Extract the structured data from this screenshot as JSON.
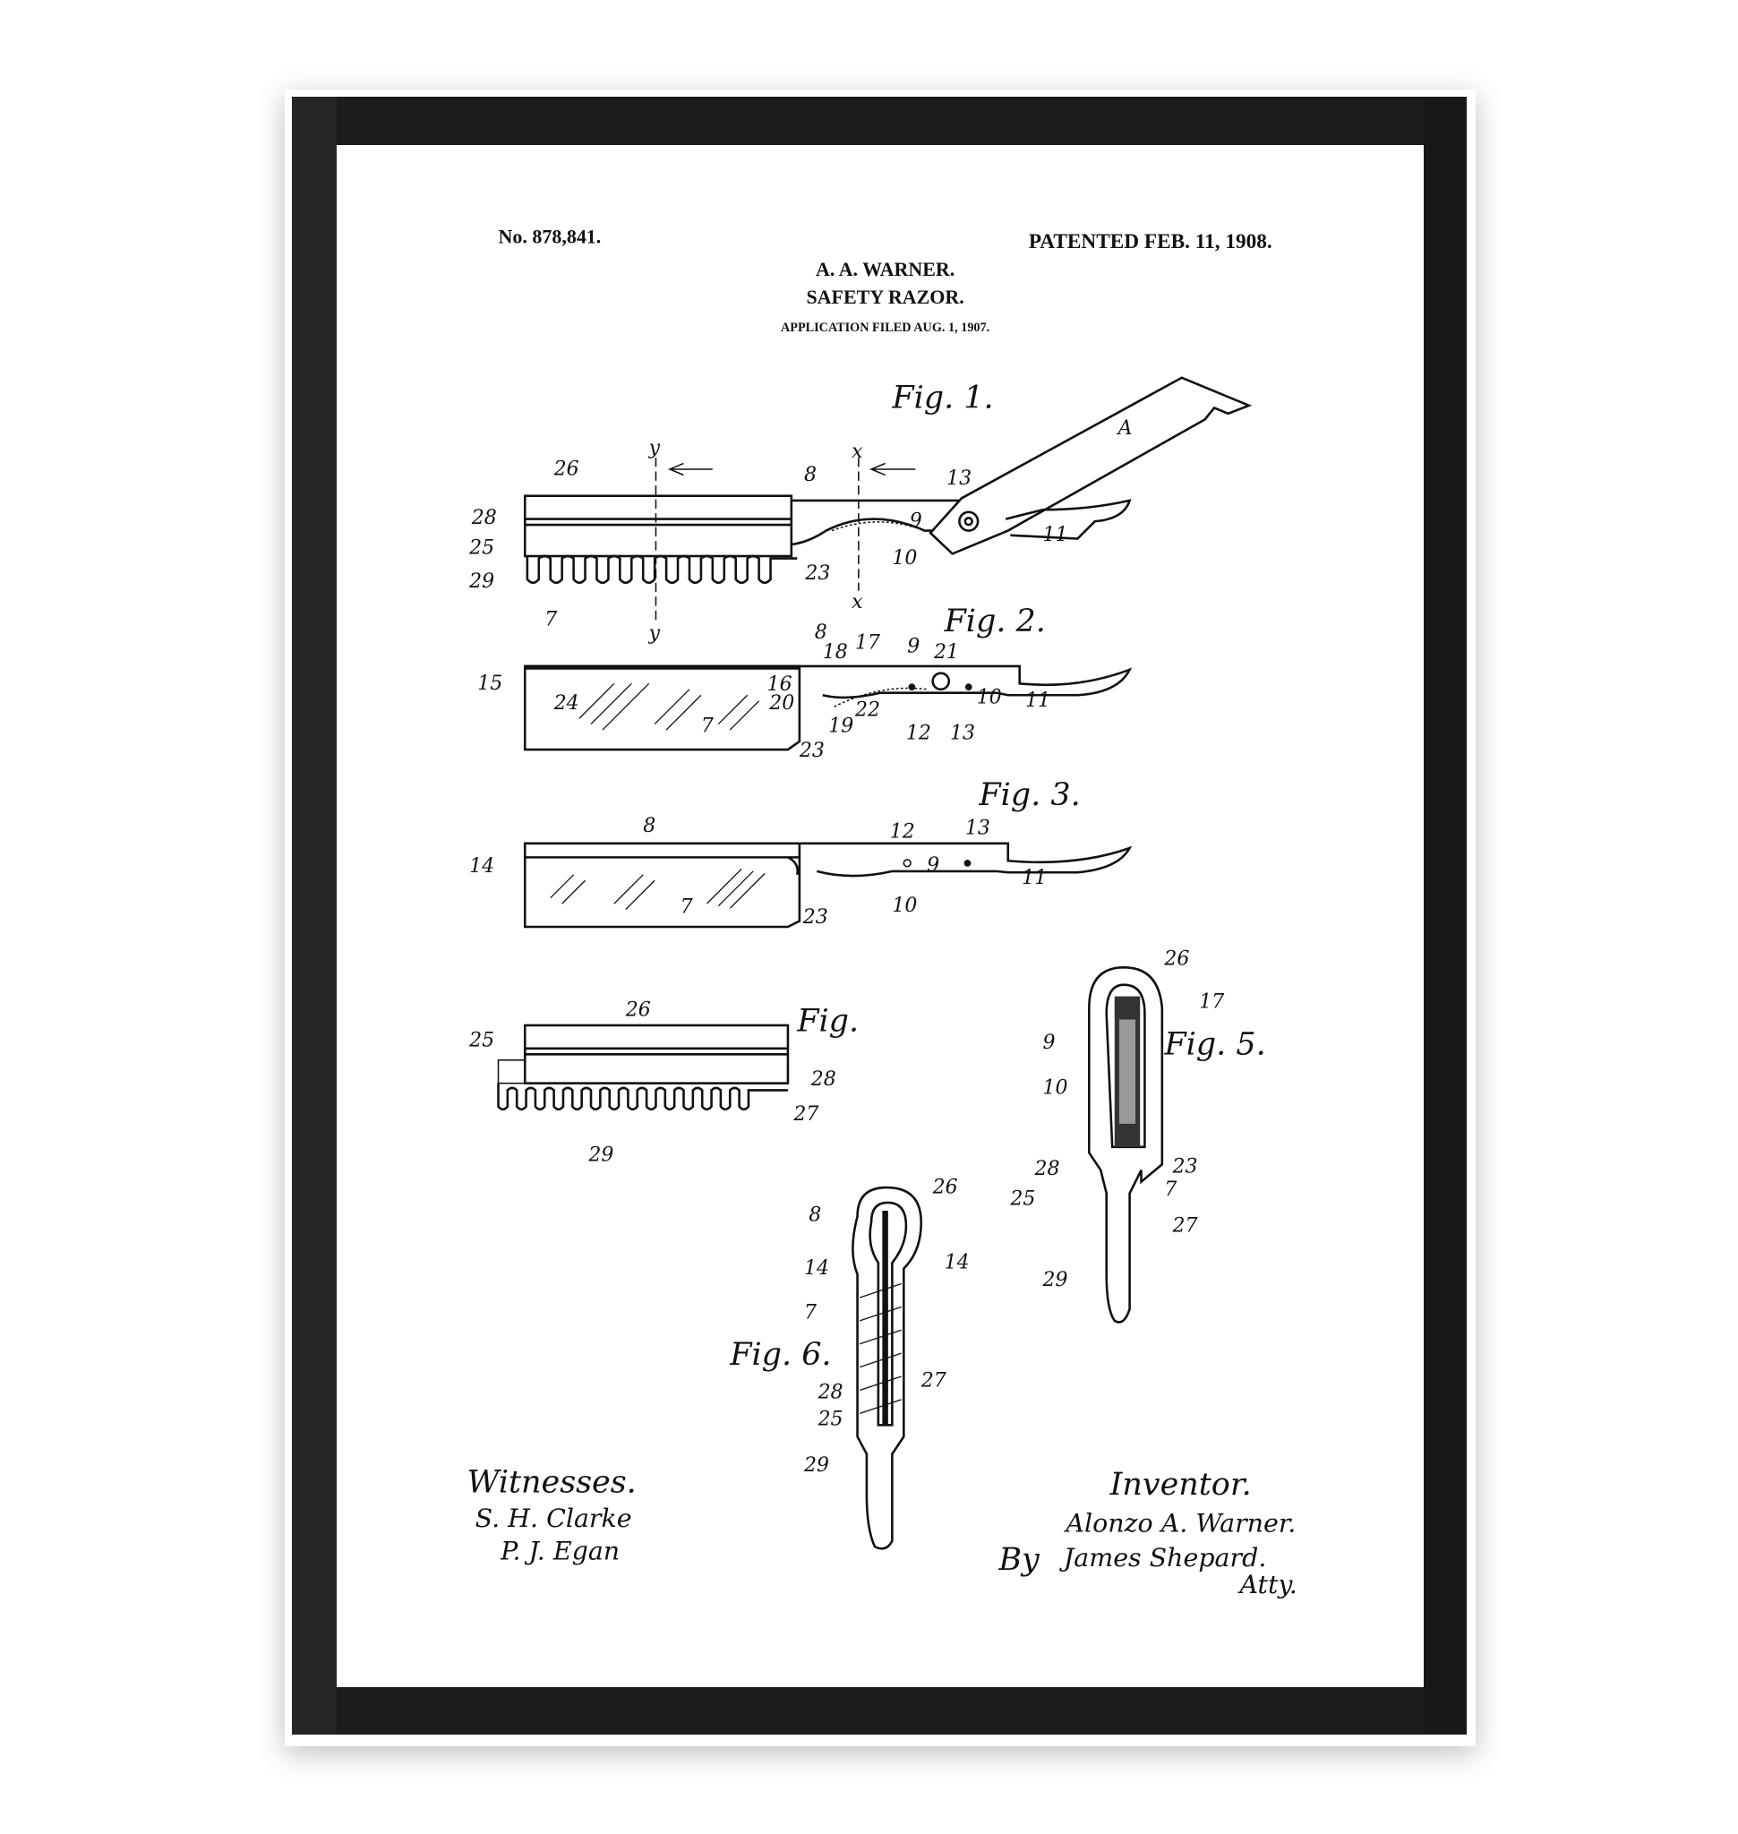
{
  "header": {
    "patent_number": "No. 878,841.",
    "patented_date": "PATENTED FEB. 11, 1908.",
    "inventor_name": "A. A. WARNER.",
    "title": "SAFETY RAZOR.",
    "application": "APPLICATION FILED AUG. 1, 1907."
  },
  "figures": {
    "fig1": {
      "label": "Fig. 1.",
      "refs": [
        "26",
        "y",
        "x",
        "8",
        "13",
        "A",
        "28",
        "25",
        "29",
        "7",
        "y",
        "x",
        "9",
        "10",
        "23",
        "11"
      ]
    },
    "fig2": {
      "label": "Fig. 2.",
      "refs": [
        "8",
        "18",
        "17",
        "9",
        "21",
        "15",
        "24",
        "16",
        "20",
        "19",
        "22",
        "7",
        "23",
        "12",
        "13",
        "10",
        "11"
      ]
    },
    "fig3": {
      "label": "Fig. 3.",
      "refs": [
        "8",
        "12",
        "13",
        "14",
        "9",
        "7",
        "23",
        "10",
        "11"
      ]
    },
    "fig4": {
      "label": "Fig.",
      "refs": [
        "26",
        "25",
        "28",
        "27",
        "29"
      ]
    },
    "fig5": {
      "label": "Fig. 5.",
      "refs": [
        "26",
        "17",
        "9",
        "10",
        "28",
        "23",
        "25",
        "7",
        "27",
        "29"
      ]
    },
    "fig6": {
      "label": "Fig. 6.",
      "refs": [
        "8",
        "26",
        "14",
        "14",
        "7",
        "27",
        "28",
        "25",
        "29"
      ]
    }
  },
  "footer": {
    "witnesses_label": "Witnesses.",
    "witness_1": "S. H. Clarke",
    "witness_2": "P. J. Egan",
    "inventor_label": "Inventor.",
    "inventor_signature": "Alonzo A. Warner.",
    "attorney_by": "By",
    "attorney_signature": "James Shepard.",
    "attorney_suffix": "Atty."
  },
  "colors": {
    "frame": "#1c1c1c",
    "paper": "#ffffff",
    "ink": "#111111"
  }
}
